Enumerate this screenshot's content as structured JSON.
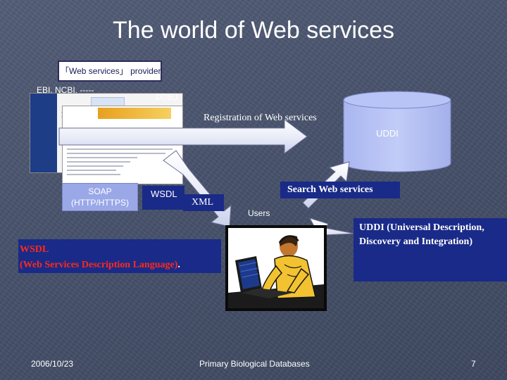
{
  "slide": {
    "title": "The world of Web services",
    "provider_label": "「Web services」 provider",
    "providers_text": "EBI, NCBI, -----",
    "ddbj_label": "DDBJ",
    "registration_label": "Registration of Web services",
    "uddi_label": "UDDI",
    "soap_label_line1": "SOAP",
    "soap_label_line2": "(HTTP/HTTPS)",
    "wsdl_label": "WSDL",
    "xml_label": "XML",
    "search_label": "Search Web services",
    "users_label": "Users",
    "wsdl_definition_line1": "WSDL",
    "wsdl_definition_line2": "(Web Services Description Language)",
    "wsdl_definition_tail": ".",
    "uddi_definition": "UDDI (Universal Description, Discovery and Integration)",
    "footer_date": "2006/10/23",
    "footer_center": "Primary Biological Databases",
    "footer_page": "7"
  },
  "colors": {
    "background": "#4a546d",
    "dark_box": "#1a2a88",
    "soap_box": "#9aa8e8",
    "cylinder": "#b8c4f6",
    "wsdl_definition_text": "#ff2a1a"
  }
}
